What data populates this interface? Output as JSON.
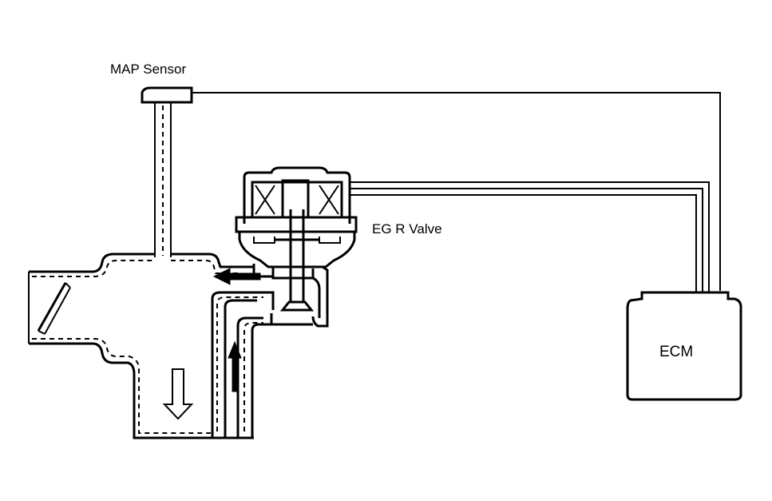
{
  "labels": {
    "map_sensor": "MAP Sensor",
    "egr_valve": "EG R Valve",
    "ecm": "ECM"
  },
  "colors": {
    "line": "#000000",
    "background": "#ffffff"
  },
  "icons": {
    "throttle": "throttle-plate-icon",
    "flow_down": "flow-arrow-down-icon",
    "flow_left": "flow-arrow-left-icon",
    "flow_up": "flow-arrow-up-icon"
  }
}
